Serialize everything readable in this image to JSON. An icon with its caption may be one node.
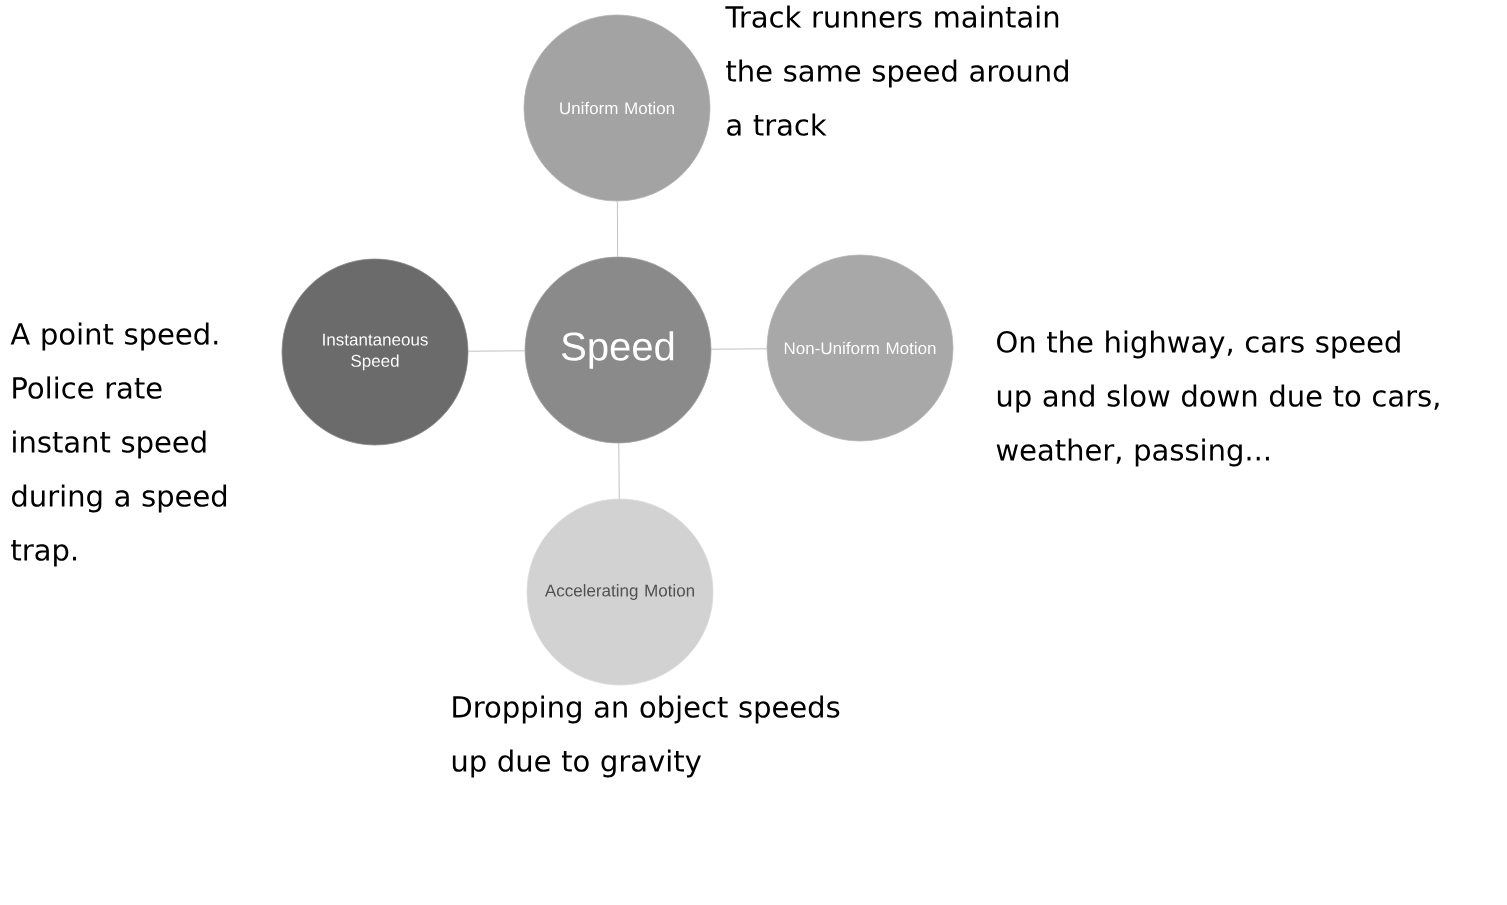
{
  "diagram": {
    "nodes": [
      {
        "text": [
          "Speed"
        ]
      },
      {
        "text": [
          "Uniform Motion"
        ],
        "beside": [
          "Track runners maintain the same speed around a track"
        ]
      },
      {
        "text": [
          "Instantaneous Speed"
        ],
        "beside": [
          "A point speed. Police rate instant speed during a speed trap."
        ]
      },
      {
        "text": [
          "Non-Uniform Motion"
        ],
        "beside": [
          "On the highway, cars speed up and slow down due to cars, weather, passing..."
        ]
      },
      {
        "text": [
          "Accelerating Motion"
        ],
        "beside": [
          "Dropping an object speeds up due to gravity"
        ]
      }
    ],
    "edges": [
      {
        "from": 0,
        "to": 1,
        "arrow": "none"
      },
      {
        "from": 0,
        "to": 2,
        "arrow": "none"
      },
      {
        "from": 0,
        "to": 3,
        "arrow": "none"
      },
      {
        "from": 0,
        "to": 4,
        "arrow": "none"
      }
    ]
  }
}
